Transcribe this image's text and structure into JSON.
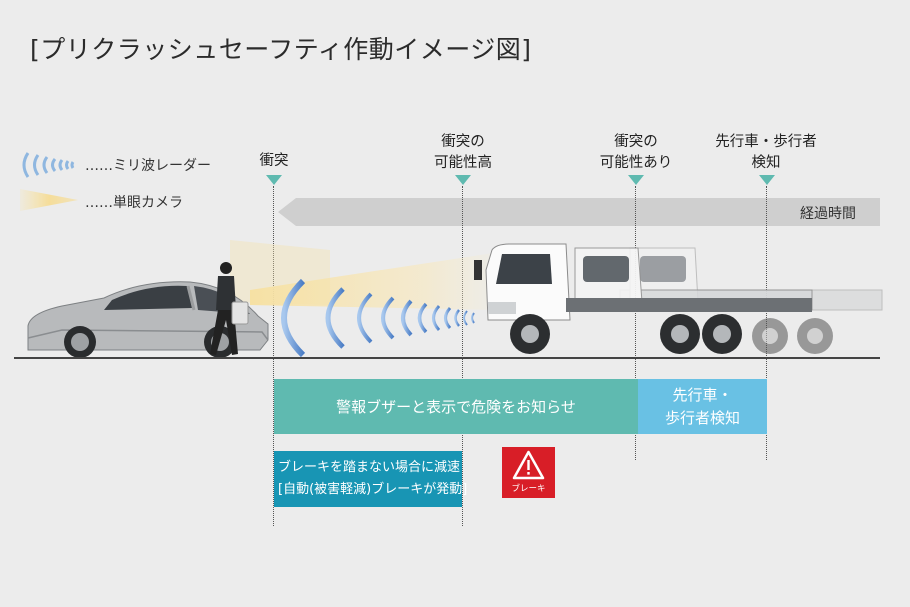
{
  "title": "[プリクラッシュセーフティ作動イメージ図]",
  "legend": {
    "radar": {
      "label": "……ミリ波レーダー",
      "icon": "radar-wave-icon",
      "color": "#a8c8e6"
    },
    "camera": {
      "label": "……単眼カメラ",
      "icon": "camera-cone-icon",
      "color": "#f7e3a6"
    }
  },
  "milestones": [
    {
      "id": "collision",
      "label": "衝突"
    },
    {
      "id": "high-risk",
      "label_line1": "衝突の",
      "label_line2": "可能性高"
    },
    {
      "id": "possible",
      "label_line1": "衝突の",
      "label_line2": "可能性あり"
    },
    {
      "id": "detect",
      "label_line1": "先行車・歩行者",
      "label_line2": "検知"
    }
  ],
  "time_axis": {
    "label": "経過時間"
  },
  "bands": {
    "warning": "警報ブザーと表示で危険をお知らせ",
    "detection_line1": "先行車・",
    "detection_line2": "歩行者検知",
    "brake_line1": "ブレーキを踏まない場合に減速",
    "brake_line2": "[自動(被害軽減)ブレーキが発動]"
  },
  "brake_indicator": {
    "label": "ブレーキ",
    "icon": "warning-triangle-icon"
  },
  "colors": {
    "teal": "#5fbab0",
    "sky": "#69c1e4",
    "deep_teal": "#1895b4",
    "red": "#d81e27",
    "background": "#ececec"
  }
}
